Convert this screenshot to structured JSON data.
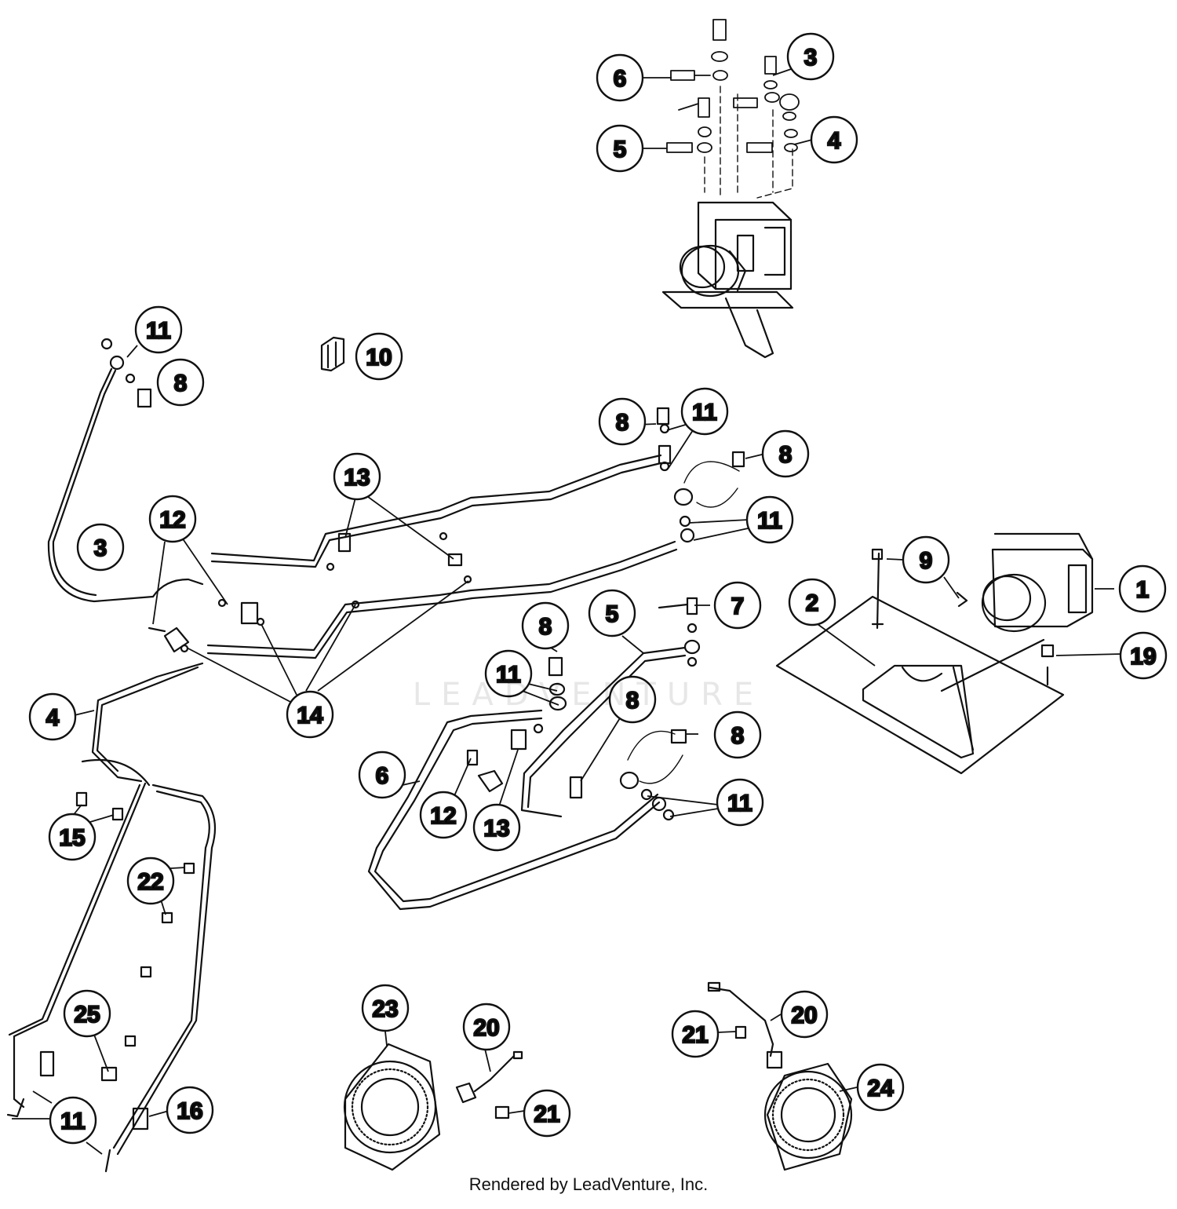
{
  "diagram": {
    "footer": "Rendered by LeadVenture, Inc.",
    "watermark_text": "LEADVENTURE",
    "callouts": {
      "c1": "1",
      "c2": "2",
      "c3_top": "3",
      "c3_left": "3",
      "c4_top": "4",
      "c4_left": "4",
      "c5_top": "5",
      "c5_mid": "5",
      "c6_top": "6",
      "c6_mid": "6",
      "c7": "7",
      "c8_a": "8",
      "c8_b": "8",
      "c8_c": "8",
      "c8_d": "8",
      "c8_e": "8",
      "c8_f": "8",
      "c9": "9",
      "c10": "10",
      "c11_a": "11",
      "c11_b": "11",
      "c11_c": "11",
      "c11_d": "11",
      "c11_e": "11",
      "c11_f": "11",
      "c12_a": "12",
      "c12_b": "12",
      "c13_a": "13",
      "c13_b": "13",
      "c14": "14",
      "c15": "15",
      "c16": "16",
      "c19": "19",
      "c20_a": "20",
      "c20_b": "20",
      "c21_a": "21",
      "c21_b": "21",
      "c22": "22",
      "c23": "23",
      "c24": "24",
      "c25": "25"
    }
  }
}
